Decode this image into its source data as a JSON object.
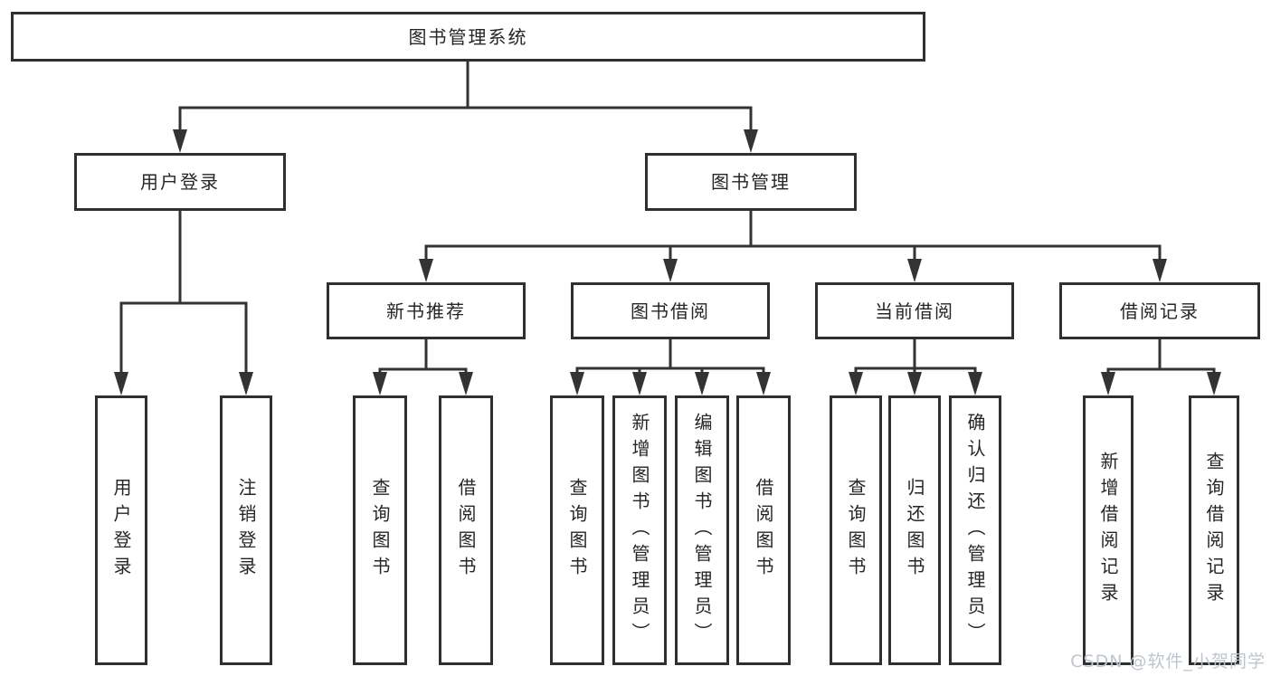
{
  "root": {
    "label": "图书管理系统"
  },
  "branches": [
    {
      "label": "用户登录",
      "children": [
        {
          "label": "用户登录"
        },
        {
          "label": "注销登录"
        }
      ]
    },
    {
      "label": "图书管理",
      "children": [
        {
          "label": "新书推荐",
          "children": [
            {
              "label": "查询图书"
            },
            {
              "label": "借阅图书"
            }
          ]
        },
        {
          "label": "图书借阅",
          "children": [
            {
              "label": "查询图书"
            },
            {
              "label": "新增图书（管理员）"
            },
            {
              "label": "编辑图书（管理员）"
            },
            {
              "label": "借阅图书"
            }
          ]
        },
        {
          "label": "当前借阅",
          "children": [
            {
              "label": "查询图书"
            },
            {
              "label": "归还图书"
            },
            {
              "label": "确认归还（管理员）"
            }
          ]
        },
        {
          "label": "借阅记录",
          "children": [
            {
              "label": "新增借阅记录"
            },
            {
              "label": "查询借阅记录"
            }
          ]
        }
      ]
    }
  ],
  "watermark": {
    "text": "CSDN @软件_小贺同学"
  },
  "colors": {
    "line": "#333333",
    "box_border": "#2f2f2f",
    "text": "#262626",
    "watermark": "#bfc5cd",
    "background": "#ffffff"
  }
}
